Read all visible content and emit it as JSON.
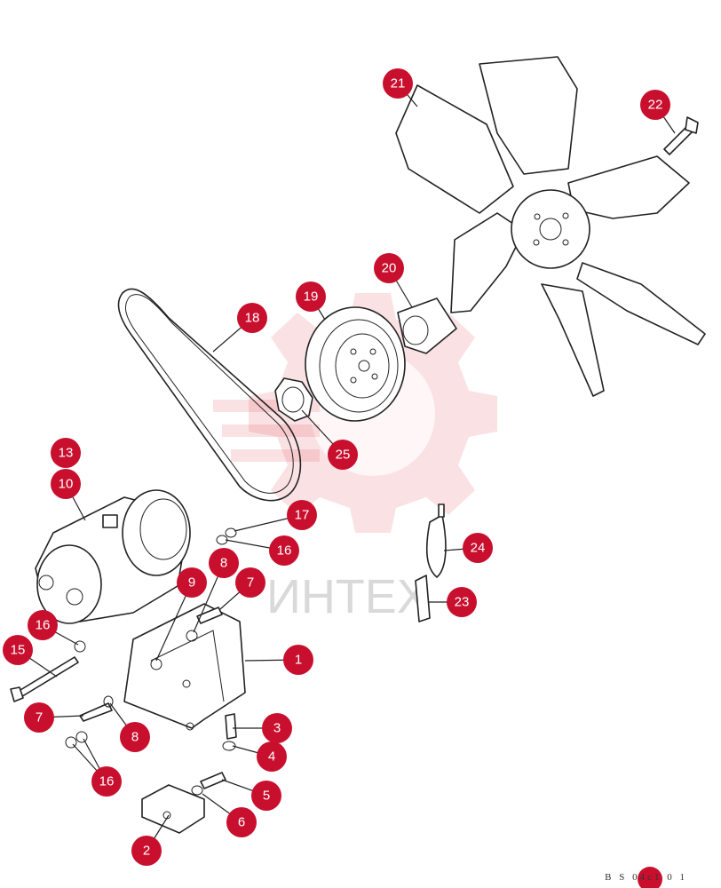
{
  "watermark": {
    "text": "ИНТЕХ"
  },
  "drawing_code": "B S 04c1 0 1",
  "callouts": [
    {
      "id": "c1",
      "label": "1"
    },
    {
      "id": "c2",
      "label": "2"
    },
    {
      "id": "c3",
      "label": "3"
    },
    {
      "id": "c4",
      "label": "4"
    },
    {
      "id": "c5",
      "label": "5"
    },
    {
      "id": "c6",
      "label": "6"
    },
    {
      "id": "c7a",
      "label": "7"
    },
    {
      "id": "c7b",
      "label": "7"
    },
    {
      "id": "c8a",
      "label": "8"
    },
    {
      "id": "c8b",
      "label": "8"
    },
    {
      "id": "c9",
      "label": "9"
    },
    {
      "id": "c10",
      "label": "10"
    },
    {
      "id": "c13",
      "label": "13"
    },
    {
      "id": "c15",
      "label": "15"
    },
    {
      "id": "c16a",
      "label": "16"
    },
    {
      "id": "c16b",
      "label": "16"
    },
    {
      "id": "c16c",
      "label": "16"
    },
    {
      "id": "c17",
      "label": "17"
    },
    {
      "id": "c18",
      "label": "18"
    },
    {
      "id": "c19",
      "label": "19"
    },
    {
      "id": "c20",
      "label": "20"
    },
    {
      "id": "c21",
      "label": "21"
    },
    {
      "id": "c22",
      "label": "22"
    },
    {
      "id": "c23",
      "label": "23"
    },
    {
      "id": "c24",
      "label": "24"
    },
    {
      "id": "c25",
      "label": "25"
    }
  ]
}
